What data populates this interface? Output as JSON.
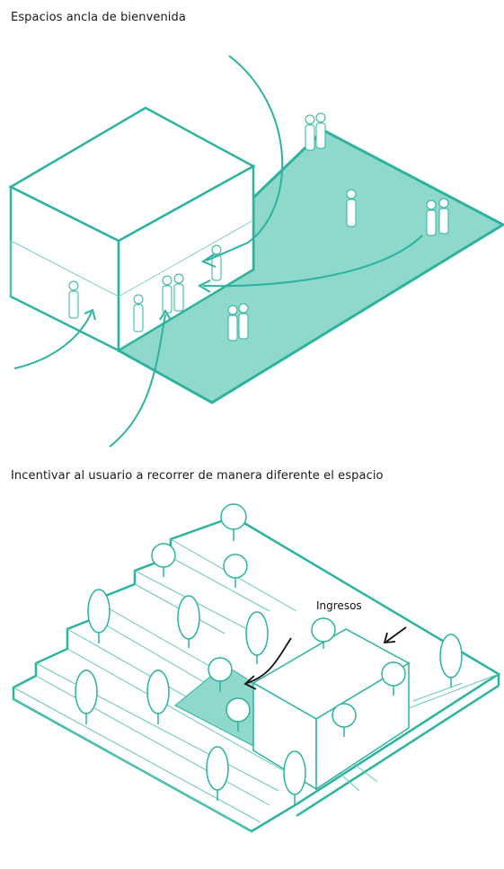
{
  "figure1": {
    "caption": "Espacios ancla de bienvenida",
    "colors": {
      "teal": "#2bb3a0",
      "teal_fill": "#8fd8cc",
      "line": "#3bb8a6"
    }
  },
  "figure2": {
    "caption": "Incentivar al usuario a recorrer de manera diferente el espacio",
    "annotation": "Ingresos",
    "colors": {
      "teal": "#2bb3a0",
      "teal_fill": "#8fd8cc",
      "line": "#66c8b9"
    }
  }
}
